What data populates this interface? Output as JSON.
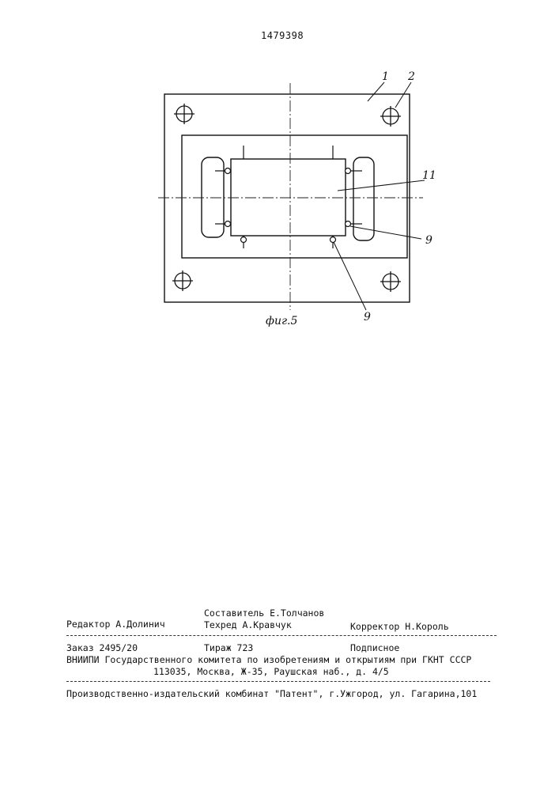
{
  "header": {
    "patent_number": "1479398"
  },
  "figure": {
    "caption": "фиг.5",
    "callouts": {
      "c1": "1",
      "c2": "2",
      "c11": "11",
      "c9a": "9",
      "c9b": "9"
    }
  },
  "imprint": {
    "editor": "Редактор А.Долинич",
    "compiler": "Составитель Е.Толчанов",
    "techred": "Техред А.Кравчук",
    "corrector": "Корректор  Н.Король",
    "order": "Заказ 2495/20",
    "circulation": "Тираж 723",
    "subscription": "Подписное",
    "vniipi": "ВНИИПИ Государственного комитета по изобретениям и открытиям при ГКНТ СССР",
    "address": "113035, Москва, Ж-35, Раушская наб., д. 4/5",
    "publisher": "Производственно-издательский комбинат \"Патент\", г.Ужгород, ул. Гагарина,101"
  }
}
